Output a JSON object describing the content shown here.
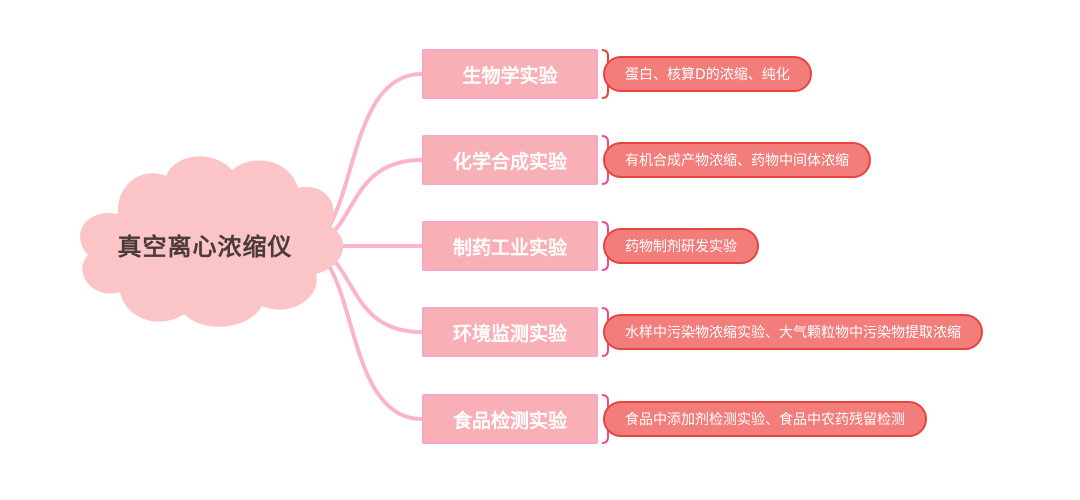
{
  "root": {
    "label": "真空离心浓缩仪",
    "color": "#fbc4c6"
  },
  "branch_color": "#f8b0b6",
  "connector_color": "#fbb4cc",
  "leaf_color": "#f27d7b",
  "leaf_border": "#e8443f",
  "branches": [
    {
      "label": "生物学实验",
      "detail": "蛋白、核算D的浓缩、纯化",
      "brace_color": "#e8443f"
    },
    {
      "label": "化学合成实验",
      "detail": "有机合成产物浓缩、药物中间体浓缩",
      "brace_color": "#e94d8f"
    },
    {
      "label": "制药工业实验",
      "detail": "药物制剂研发实验",
      "brace_color": "#e94d8f"
    },
    {
      "label": "环境监测实验",
      "detail": "水样中污染物浓缩实验、大气颗粒物中污染物提取浓缩",
      "brace_color": "#e94d8f"
    },
    {
      "label": "食品检测实验",
      "detail": "食品中添加剂检测实验、食品中农药残留检测",
      "brace_color": "#e94d8f"
    }
  ]
}
